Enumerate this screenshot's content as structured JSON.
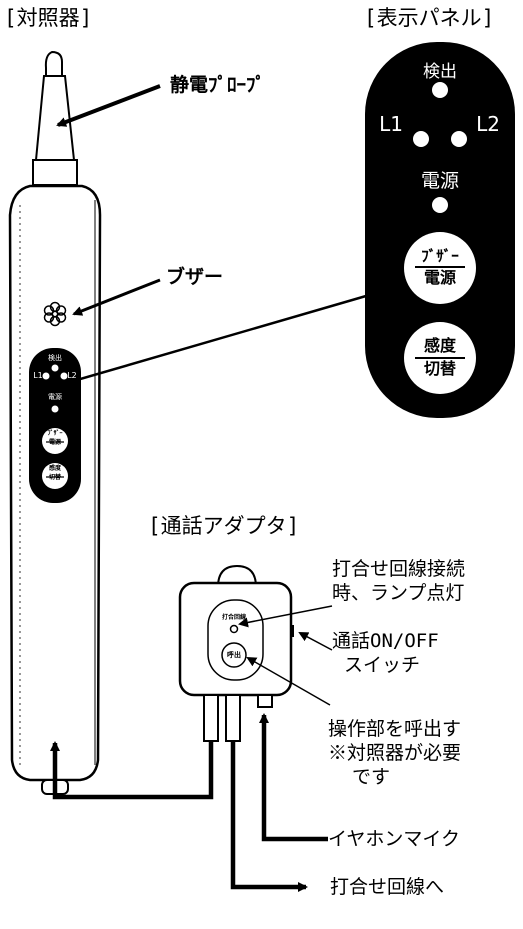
{
  "sections": {
    "checker": "[対照器]",
    "display_panel": "[表示パネル]",
    "adapter": "[通話アダプタ]"
  },
  "callouts": {
    "probe": "静電ﾌﾟﾛｰﾌﾟ",
    "buzzer": "ブザー"
  },
  "panel": {
    "detect": "検出",
    "l1": "L1",
    "l2": "L2",
    "power": "電源",
    "btn_top_1": "ﾌﾞｻﾞｰ",
    "btn_top_2": "電源",
    "btn_bottom_1": "感度",
    "btn_bottom_2": "切替"
  },
  "adapter_body": {
    "lamp_label": "打合回線",
    "call_label": "呼出"
  },
  "notes": {
    "lamp_line1": "打合せ回線接続",
    "lamp_line2": "時、ランプ点灯",
    "switch_line1": "通話ON/OFF",
    "switch_line2": "スイッチ",
    "call_line1": "操作部を呼出す",
    "call_line2": "※対照器が必要",
    "call_line3": "です",
    "earphone": "イヤホンマイク",
    "line_to": "打合せ回線へ"
  }
}
